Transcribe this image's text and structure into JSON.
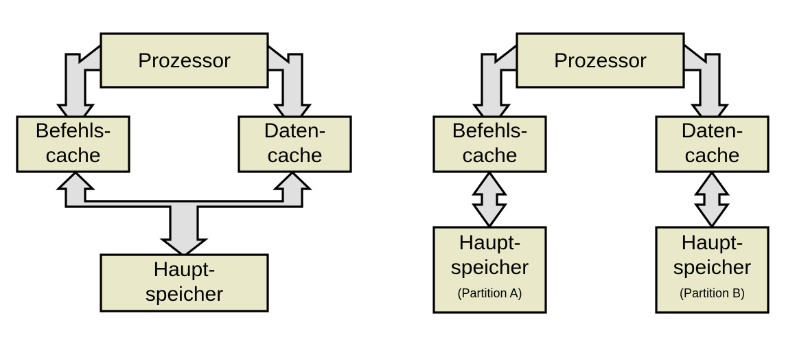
{
  "figure": {
    "type": "block-diagram",
    "title": "",
    "background_color": "#ffffff",
    "box_fill_color": "#e9e9c9",
    "box_stroke_color": "#000000",
    "arrow_fill_color": "#e0e0e0",
    "arrow_stroke_color": "#000000"
  },
  "diagrams": [
    {
      "id": "harvard-unified-memory",
      "nodes": {
        "processor": {
          "label": "Prozessor"
        },
        "instruction_cache": {
          "line1": "Befehls-",
          "line2": "cache"
        },
        "data_cache": {
          "line1": "Daten-",
          "line2": "cache"
        },
        "main_memory": {
          "line1": "Haupt-",
          "line2": "speicher",
          "sublabel": ""
        }
      },
      "connections": [
        {
          "from": "instruction_cache",
          "to": "processor",
          "style": "elbow-double-headed"
        },
        {
          "from": "data_cache",
          "to": "processor",
          "style": "elbow-double-headed"
        },
        {
          "from": "main_memory",
          "to": "instruction_cache",
          "style": "bus-three-way"
        },
        {
          "from": "main_memory",
          "to": "data_cache",
          "style": "bus-three-way"
        }
      ]
    },
    {
      "id": "harvard-partitioned-memory",
      "nodes": {
        "processor": {
          "label": "Prozessor"
        },
        "instruction_cache": {
          "line1": "Befehls-",
          "line2": "cache"
        },
        "data_cache": {
          "line1": "Daten-",
          "line2": "cache"
        },
        "main_memory_a": {
          "line1": "Haupt-",
          "line2": "speicher",
          "sublabel": "(Partition A)"
        },
        "main_memory_b": {
          "line1": "Haupt-",
          "line2": "speicher",
          "sublabel": "(Partition B)"
        }
      },
      "connections": [
        {
          "from": "instruction_cache",
          "to": "processor",
          "style": "elbow-double-headed"
        },
        {
          "from": "data_cache",
          "to": "processor",
          "style": "elbow-double-headed"
        },
        {
          "from": "main_memory_a",
          "to": "instruction_cache",
          "style": "vertical-double-headed"
        },
        {
          "from": "main_memory_b",
          "to": "data_cache",
          "style": "vertical-double-headed"
        }
      ]
    }
  ]
}
